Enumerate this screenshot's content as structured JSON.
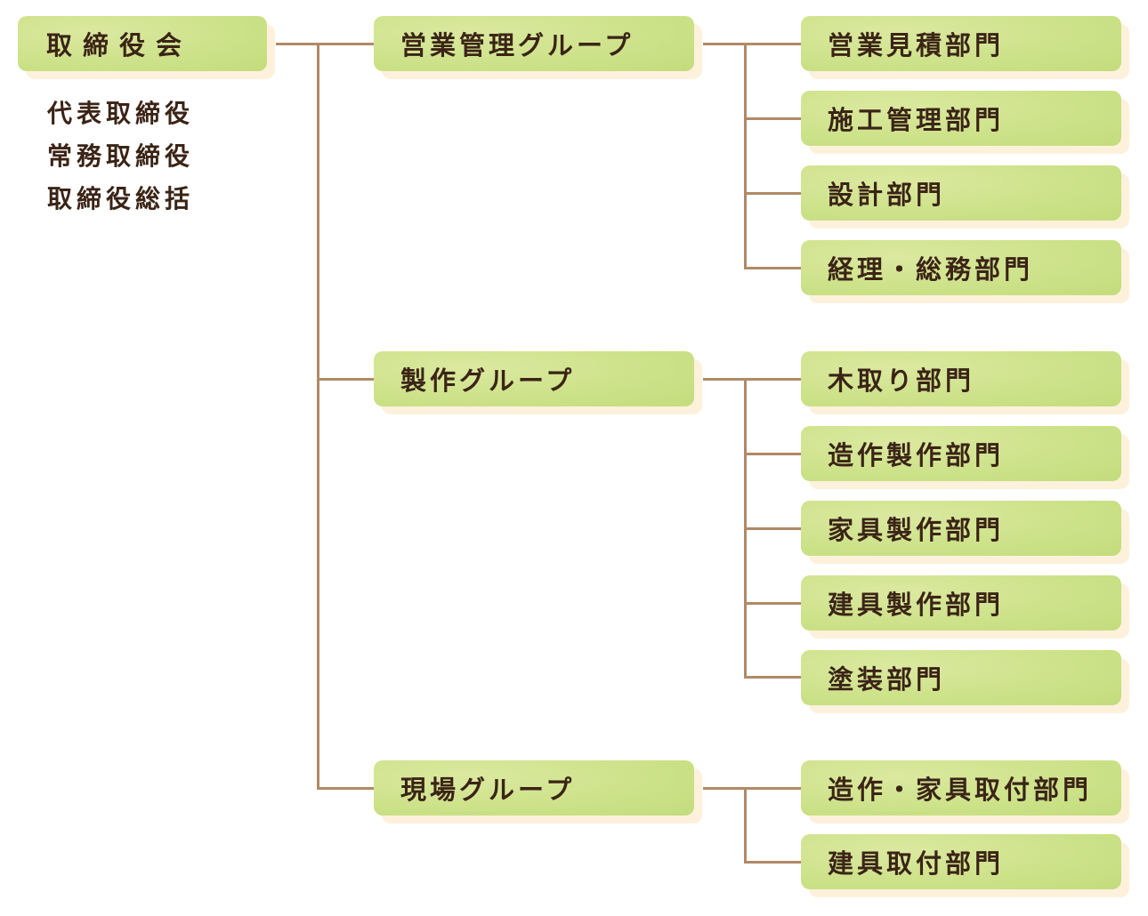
{
  "board": {
    "label": "取締役会",
    "roles": [
      "代表取締役",
      "常務取締役",
      "取締役総括"
    ]
  },
  "groups": [
    {
      "label": "営業管理グループ",
      "departments": [
        "営業見積部門",
        "施工管理部門",
        "設計部門",
        "経理・総務部門"
      ]
    },
    {
      "label": "製作グループ",
      "departments": [
        "木取り部門",
        "造作製作部門",
        "家具製作部門",
        "建具製作部門",
        "塗装部門"
      ]
    },
    {
      "label": "現場グループ",
      "departments": [
        "造作・家具取付部門",
        "建具取付部門"
      ]
    }
  ],
  "colors": {
    "box": "#cde28a",
    "shadow": "#fdf1dc",
    "connector": "#b08a67",
    "text": "#3b2416"
  }
}
